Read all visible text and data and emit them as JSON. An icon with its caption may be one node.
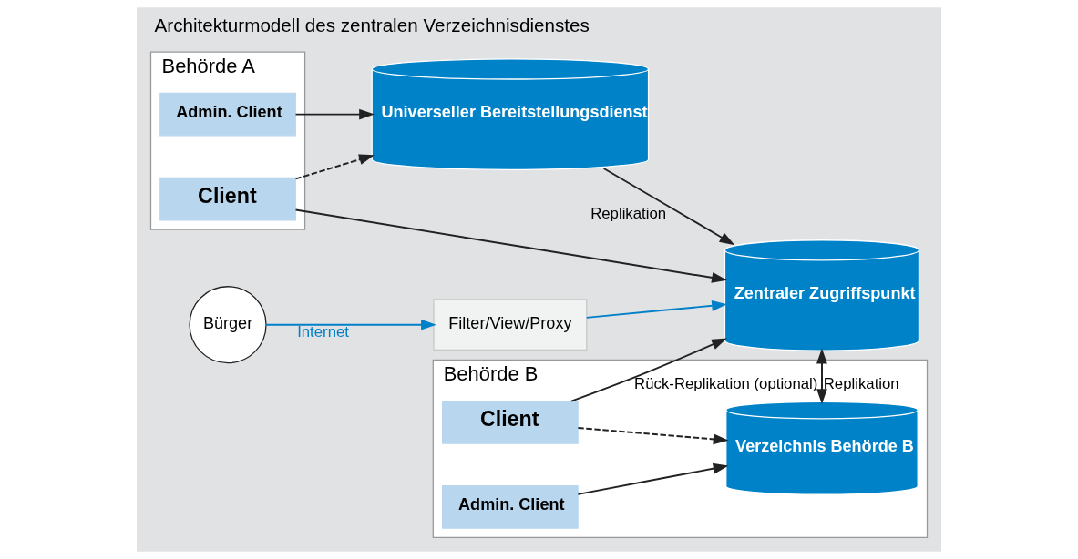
{
  "diagram": {
    "title": "Architekturmodell des zentralen Verzeichnisdienstes",
    "nodes": [
      {
        "text": [
          "Behörde A"
        ]
      },
      {
        "text": [
          "Admin. Client"
        ],
        "in": 0
      },
      {
        "text": [
          "Client"
        ],
        "in": 0
      },
      {
        "text": [
          "Universeller Bereitstellungsdienst"
        ]
      },
      {
        "text": [
          "Bürger"
        ]
      },
      {
        "text": [
          "Filter/View/Proxy"
        ]
      },
      {
        "text": [
          "Zentraler Zugriffspunkt"
        ]
      },
      {
        "text": [
          "Behörde B"
        ]
      },
      {
        "text": [
          "Verzeichnis Behörde B"
        ],
        "in": 7
      },
      {
        "text": [
          "Client"
        ],
        "in": 7
      },
      {
        "text": [
          "Admin. Client"
        ],
        "in": 7
      }
    ],
    "edges": [
      {
        "from": 1,
        "to": 3,
        "arrow": "to"
      },
      {
        "from": 2,
        "to": 3,
        "arrow": "to",
        "style": "dashed"
      },
      {
        "from": 2,
        "to": 6,
        "arrow": "to"
      },
      {
        "from": 4,
        "to": 5,
        "arrow": "to",
        "label": "Internet",
        "color": "#0080c8"
      },
      {
        "from": 5,
        "to": 6,
        "arrow": "to",
        "color": "#0080c8"
      },
      {
        "from": 3,
        "to": 6,
        "arrow": "to",
        "label": "Replikation"
      },
      {
        "from": 8,
        "to": 6,
        "arrow": "to",
        "label": "Replikation"
      },
      {
        "from": 6,
        "to": 8,
        "arrow": "to",
        "style": "dashed",
        "label": "Rück-Replikation (optional)"
      },
      {
        "from": 9,
        "to": 6,
        "arrow": "to"
      },
      {
        "from": 9,
        "to": 8,
        "arrow": "to",
        "style": "dashed"
      },
      {
        "from": 10,
        "to": 8,
        "arrow": "to"
      }
    ]
  }
}
